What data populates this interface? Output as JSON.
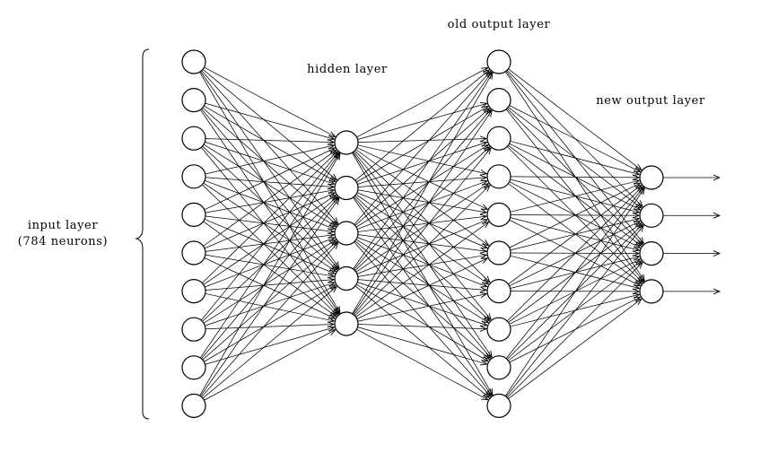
{
  "labels": {
    "input_line1": "input layer",
    "input_line2": "(784 neurons)",
    "hidden": "hidden layer",
    "old_output": "old output layer",
    "new_output": "new output layer"
  },
  "network": {
    "input_neurons_drawn": 10,
    "hidden_neurons": 5,
    "old_output_neurons": 10,
    "new_output_neurons": 4,
    "output_arrows": 4
  },
  "colors": {
    "line": "#000000",
    "background": "#ffffff"
  }
}
